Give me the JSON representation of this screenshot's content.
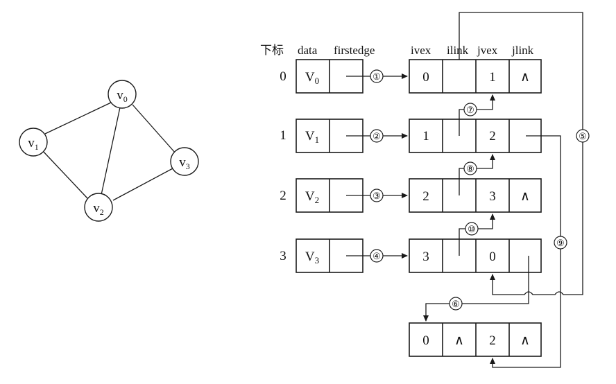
{
  "graph": {
    "vertices": [
      {
        "base": "v",
        "sub": "0"
      },
      {
        "base": "v",
        "sub": "1"
      },
      {
        "base": "v",
        "sub": "3"
      },
      {
        "base": "v",
        "sub": "2"
      }
    ]
  },
  "headers": {
    "index": "下标",
    "data": "data",
    "firstedge": "firstedge",
    "ivex": "ivex",
    "ilink": "ilink",
    "jvex": "jvex",
    "jlink": "jlink"
  },
  "rows": [
    {
      "index": "0",
      "base": "V",
      "sub": "0"
    },
    {
      "index": "1",
      "base": "V",
      "sub": "1"
    },
    {
      "index": "2",
      "base": "V",
      "sub": "2"
    },
    {
      "index": "3",
      "base": "V",
      "sub": "3"
    }
  ],
  "edges": [
    {
      "ivex": "0",
      "jvex": "1",
      "jlink": "∧"
    },
    {
      "ivex": "1",
      "jvex": "2",
      "jlink": ""
    },
    {
      "ivex": "2",
      "jvex": "3",
      "jlink": "∧"
    },
    {
      "ivex": "3",
      "jvex": "0",
      "jlink": ""
    },
    {
      "ivex": "0",
      "ilink": "∧",
      "jvex": "2",
      "jlink": "∧"
    }
  ],
  "labels": [
    "①",
    "②",
    "③",
    "④",
    "⑤",
    "⑥",
    "⑦",
    "⑧",
    "⑨",
    "⑩"
  ]
}
